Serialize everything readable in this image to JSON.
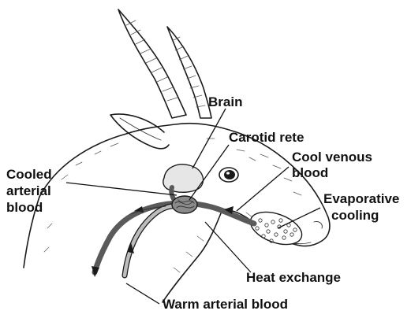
{
  "labels": {
    "brain": "Brain",
    "carotid_rete": "Carotid rete",
    "cool_venous_1": "Cool venous",
    "cool_venous_2": "blood",
    "cooled_arterial_1": "Cooled",
    "cooled_arterial_2": "arterial",
    "cooled_arterial_3": "blood",
    "evaporative_1": "Evaporative",
    "evaporative_2": "cooling",
    "heat_exchange": "Heat exchange",
    "warm_arterial": "Warm arterial blood"
  },
  "colors": {
    "artery_warm": "#bdbdbd",
    "vein_cool": "#5a5a5a",
    "ink": "#1a1a1a"
  }
}
